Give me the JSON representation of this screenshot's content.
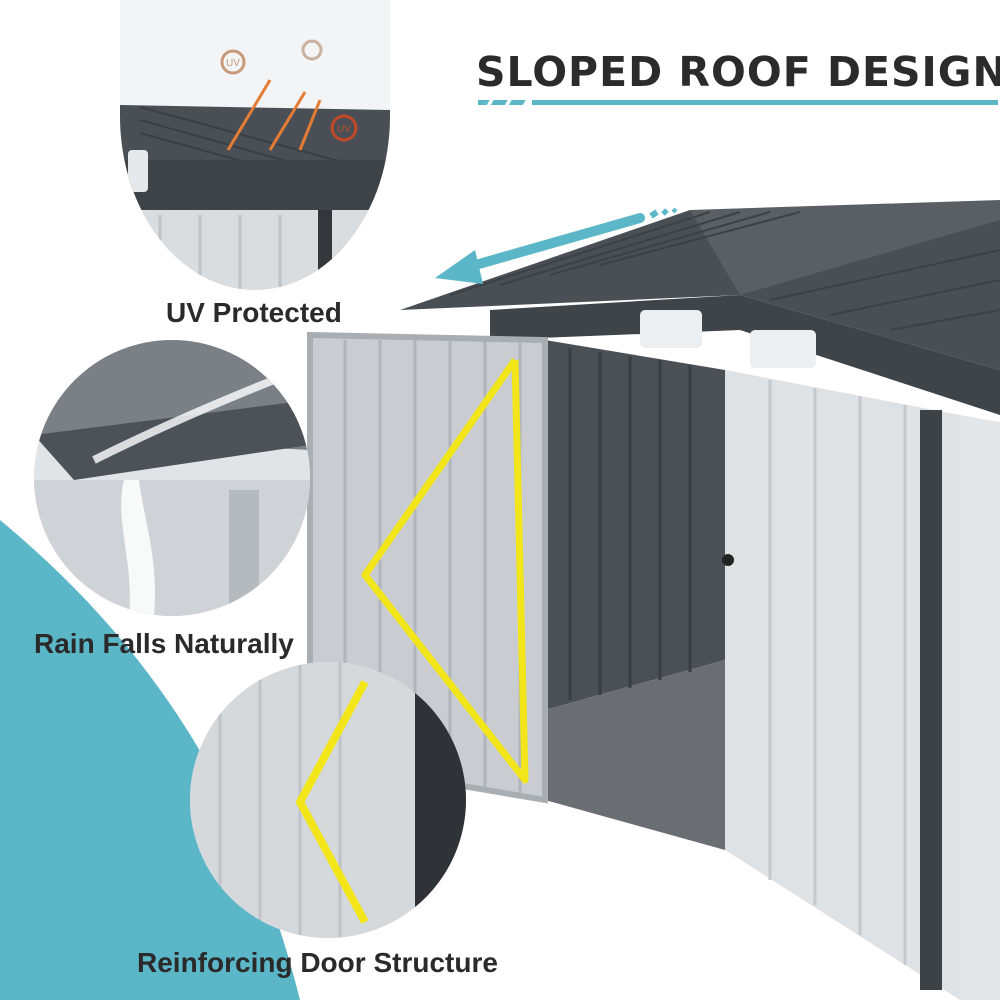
{
  "headline": "SLOPED ROOF DESIGN",
  "features": [
    {
      "label": "UV Protected",
      "icon": "uv-icon",
      "badge": "UV"
    },
    {
      "label": "Rain Falls Naturally",
      "icon": "water-flow-icon"
    },
    {
      "label": "Reinforcing Door Structure",
      "icon": "door-brace-icon"
    }
  ],
  "colors": {
    "accent": "#5bb6c8",
    "brace": "#f2e61a",
    "roof": "#4a4f55",
    "wall": "#d9dcdf",
    "text": "#2a2a2a"
  }
}
